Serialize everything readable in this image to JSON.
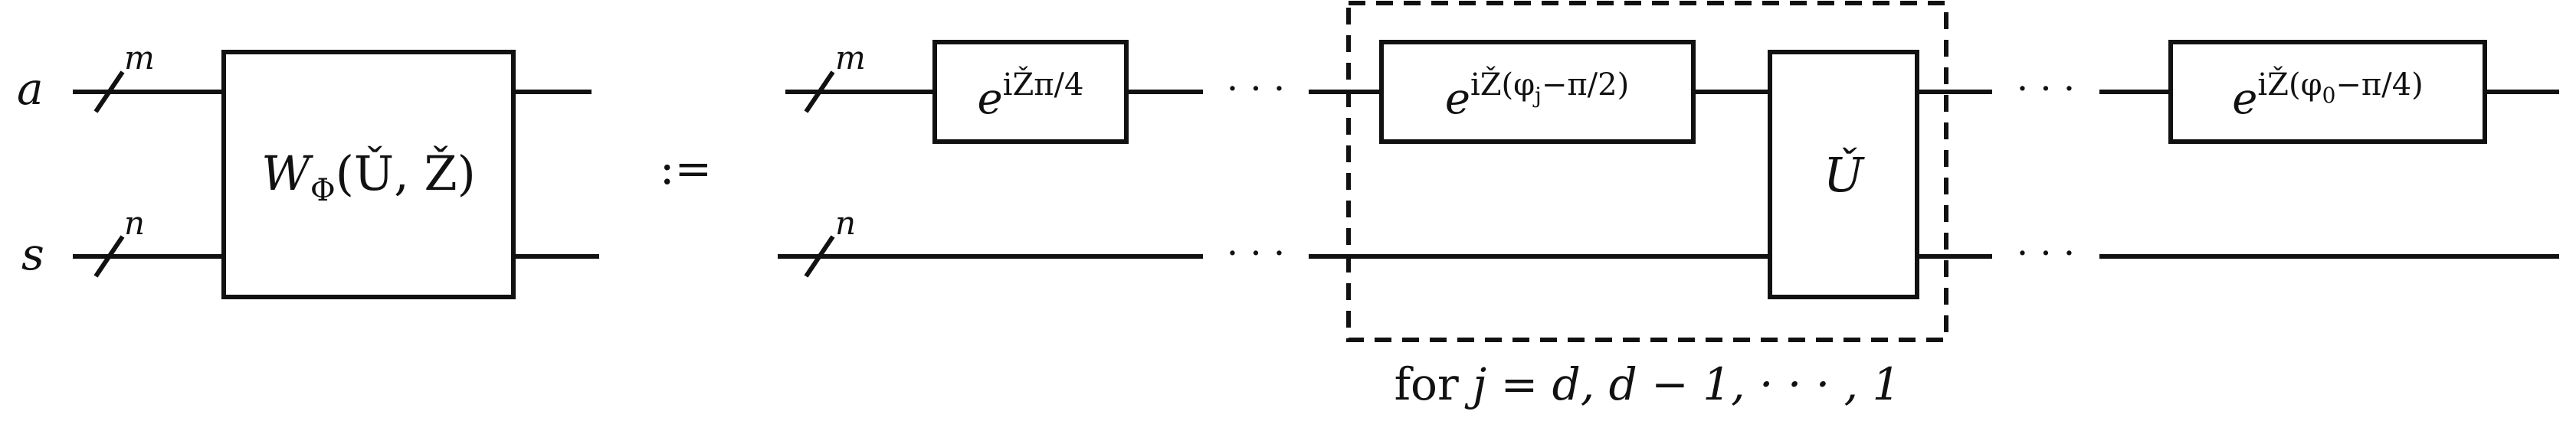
{
  "colors": {
    "ink": "#111111",
    "background": "#ffffff"
  },
  "wires": {
    "a": {
      "label": "a",
      "width": "m"
    },
    "s": {
      "label": "s",
      "width": "n"
    }
  },
  "lhs": {
    "gate_W": "W",
    "gate_W_sub": "Φ",
    "gate_W_args": "(Ǔ, Ž)"
  },
  "definition_symbol": ":=",
  "rhs": {
    "gate_first": {
      "base": "e",
      "exponent": "iŽπ/4"
    },
    "gate_loop": {
      "base": "e",
      "exponent_pre": "iŽ(φ",
      "exponent_sub": "j",
      "exponent_post": "−π/2)"
    },
    "gate_U": "Ǔ",
    "gate_last": {
      "base": "e",
      "exponent_pre": "iŽ(φ",
      "exponent_sub": "0",
      "exponent_post": "−π/4)"
    },
    "ellipsis": "· · ·",
    "loop_caption_pre": "for ",
    "loop_caption_math": "j = d, d − 1, · · · , 1"
  }
}
